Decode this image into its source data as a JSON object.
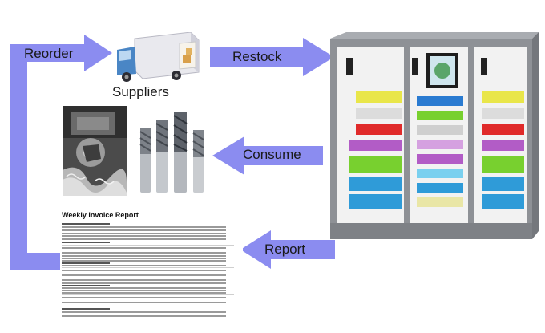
{
  "labels": {
    "reorder": "Reorder",
    "restock": "Restock",
    "suppliers": "Suppliers",
    "consume": "Consume",
    "report": "Report"
  },
  "report_doc": {
    "title": "Weekly Invoice Report"
  },
  "colors": {
    "arrow": "#8b8cf0",
    "cabinet_frame": "#8e9196",
    "truck_body": "#e8e8ec",
    "truck_cab": "#4a86c5"
  },
  "icons": {
    "truck": "delivery-truck-icon",
    "tools": "end-mill-tools-photo",
    "machining": "machining-photo",
    "vending": "vending-cabinet-photo",
    "document": "report-document"
  }
}
